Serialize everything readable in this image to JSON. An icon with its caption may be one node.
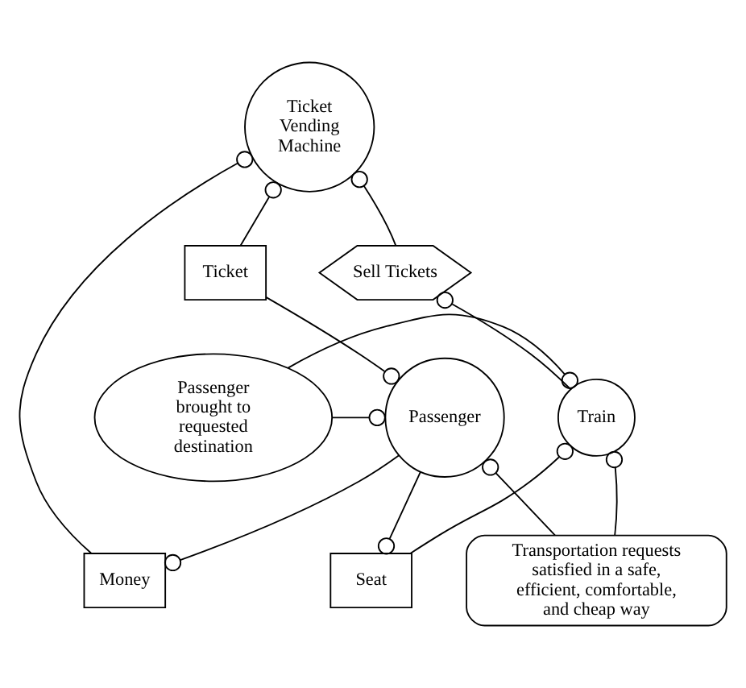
{
  "diagram": {
    "nodes": [
      {
        "text": [
          "Ticket Vending Machine"
        ]
      },
      {
        "text": [
          "Sell Tickets"
        ]
      },
      {
        "text": [
          "Ticket"
        ]
      },
      {
        "text": [
          "Money"
        ]
      },
      {
        "text": [
          "Seat"
        ]
      },
      {
        "text": [
          "Train"
        ]
      },
      {
        "text": [
          "Passenger brought to requested destination"
        ]
      },
      {
        "text": [
          "Passenger"
        ]
      },
      {
        "text": [
          "Transportation requests satisfied in a safe, efficient, comfortable, and cheap way"
        ]
      }
    ],
    "edges": [
      {
        "from": 5,
        "to": 1,
        "arrow": "other"
      },
      {
        "from": 1,
        "to": 0,
        "arrow": "other"
      },
      {
        "from": 2,
        "to": 0,
        "arrow": "other"
      },
      {
        "from": 2,
        "to": 7,
        "arrow": "other"
      },
      {
        "from": 3,
        "to": 0,
        "arrow": "other"
      },
      {
        "from": 7,
        "to": 3,
        "arrow": "other"
      },
      {
        "from": 4,
        "to": 5,
        "arrow": "other"
      },
      {
        "from": 7,
        "to": 4,
        "arrow": "other"
      },
      {
        "from": 6,
        "to": 5,
        "arrow": "other"
      },
      {
        "from": 6,
        "to": 7,
        "arrow": "other"
      },
      {
        "from": 8,
        "to": 5,
        "arrow": "other"
      },
      {
        "from": 8,
        "to": 7,
        "arrow": "other"
      }
    ]
  }
}
